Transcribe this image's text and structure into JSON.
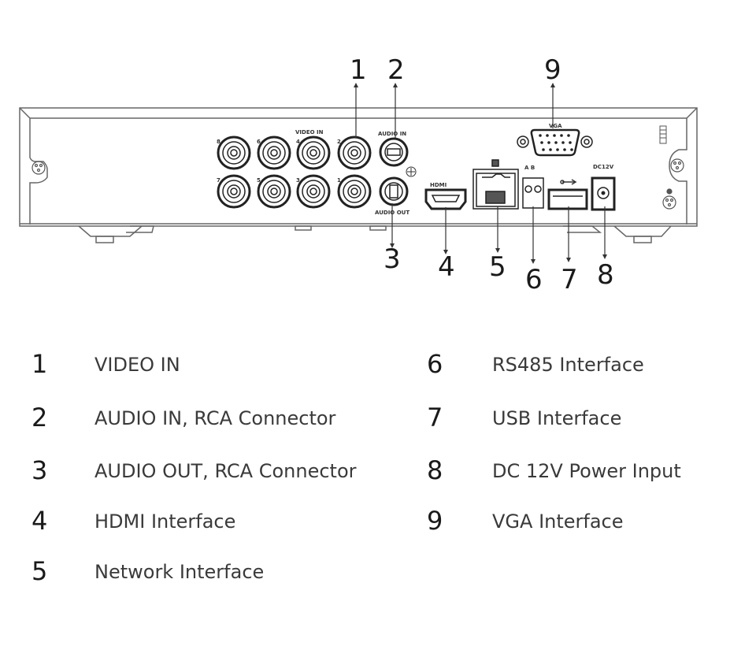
{
  "diagram": {
    "title": "DVR Rear Panel",
    "panel_labels": {
      "video_in": "VIDEO IN",
      "audio_in": "AUDIO IN",
      "audio_out": "AUDIO OUT",
      "vga": "VGA",
      "hdmi": "HDMI",
      "rs485": "A B",
      "dc": "DC12V"
    },
    "bnc_channel_labels": [
      "8",
      "6",
      "4",
      "2",
      "7",
      "5",
      "3",
      "1"
    ],
    "callouts": [
      "1",
      "2",
      "3",
      "4",
      "5",
      "6",
      "7",
      "8",
      "9"
    ]
  },
  "legend": {
    "items": [
      {
        "num": "1",
        "label": "VIDEO IN"
      },
      {
        "num": "2",
        "label": "AUDIO IN, RCA Connector"
      },
      {
        "num": "3",
        "label": "AUDIO OUT, RCA Connector"
      },
      {
        "num": "4",
        "label": "HDMI Interface"
      },
      {
        "num": "5",
        "label": "Network Interface"
      },
      {
        "num": "6",
        "label": "RS485 Interface"
      },
      {
        "num": "7",
        "label": "USB Interface"
      },
      {
        "num": "8",
        "label": "DC 12V Power Input"
      },
      {
        "num": "9",
        "label": "VGA Interface"
      }
    ]
  }
}
